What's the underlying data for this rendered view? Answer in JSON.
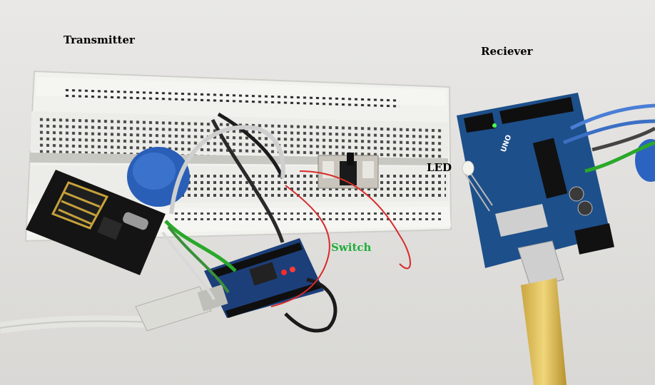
{
  "labels": {
    "transmitter": "Transmitter",
    "receiver": "Reciever",
    "led": "LED",
    "switch": "Switch"
  },
  "board_markings": {
    "uno": "UNO"
  },
  "colors": {
    "background": "#e4e3e1",
    "breadboard": "#efefec",
    "arduino_pcb": "#1d4f8a",
    "nano_pcb": "#1c3f7a",
    "switch_label": "#1fae3a",
    "label_text": "#000000"
  }
}
